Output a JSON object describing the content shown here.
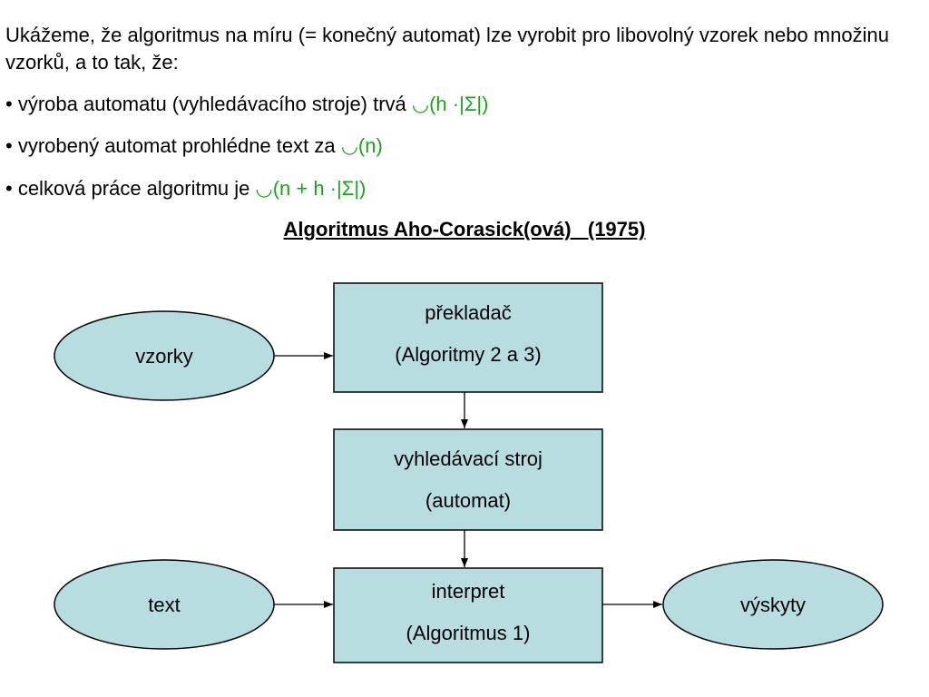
{
  "intro": "Ukážeme, že algoritmus na míru (= konečný automat) lze vyrobit pro libovolný vzorek nebo množinu vzorků, a to tak, že:",
  "bullets": [
    {
      "text": "• výroba automatu (vyhledávacího stroje) trvá ",
      "symbol": "◡",
      "formula": "(h ·|Σ|)"
    },
    {
      "text": "• vyrobený automat prohlédne text za ",
      "symbol": "◡",
      "formula": "(n)"
    },
    {
      "text": "• celková práce algoritmu je ",
      "symbol": "◡",
      "formula": "(n + h ·|Σ|)"
    }
  ],
  "title": "Algoritmus Aho-Corasick(ová)   (1975)",
  "diagram": {
    "ellipses": {
      "vzorky": "vzorky",
      "text": "text",
      "vyskyty": "výskyty"
    },
    "boxes": {
      "prekladac": {
        "line1": "překladač",
        "line2": "(Algoritmy 2 a 3)"
      },
      "stroj": {
        "line1": "vyhledávací stroj",
        "line2": "(automat)"
      },
      "interpret": {
        "line1": "interpret",
        "line2": "(Algoritmus 1)"
      }
    }
  },
  "colors": {
    "shape_fill": "#b8dde1",
    "shape_stroke": "#000000",
    "formula_green": "#1aa31a"
  }
}
